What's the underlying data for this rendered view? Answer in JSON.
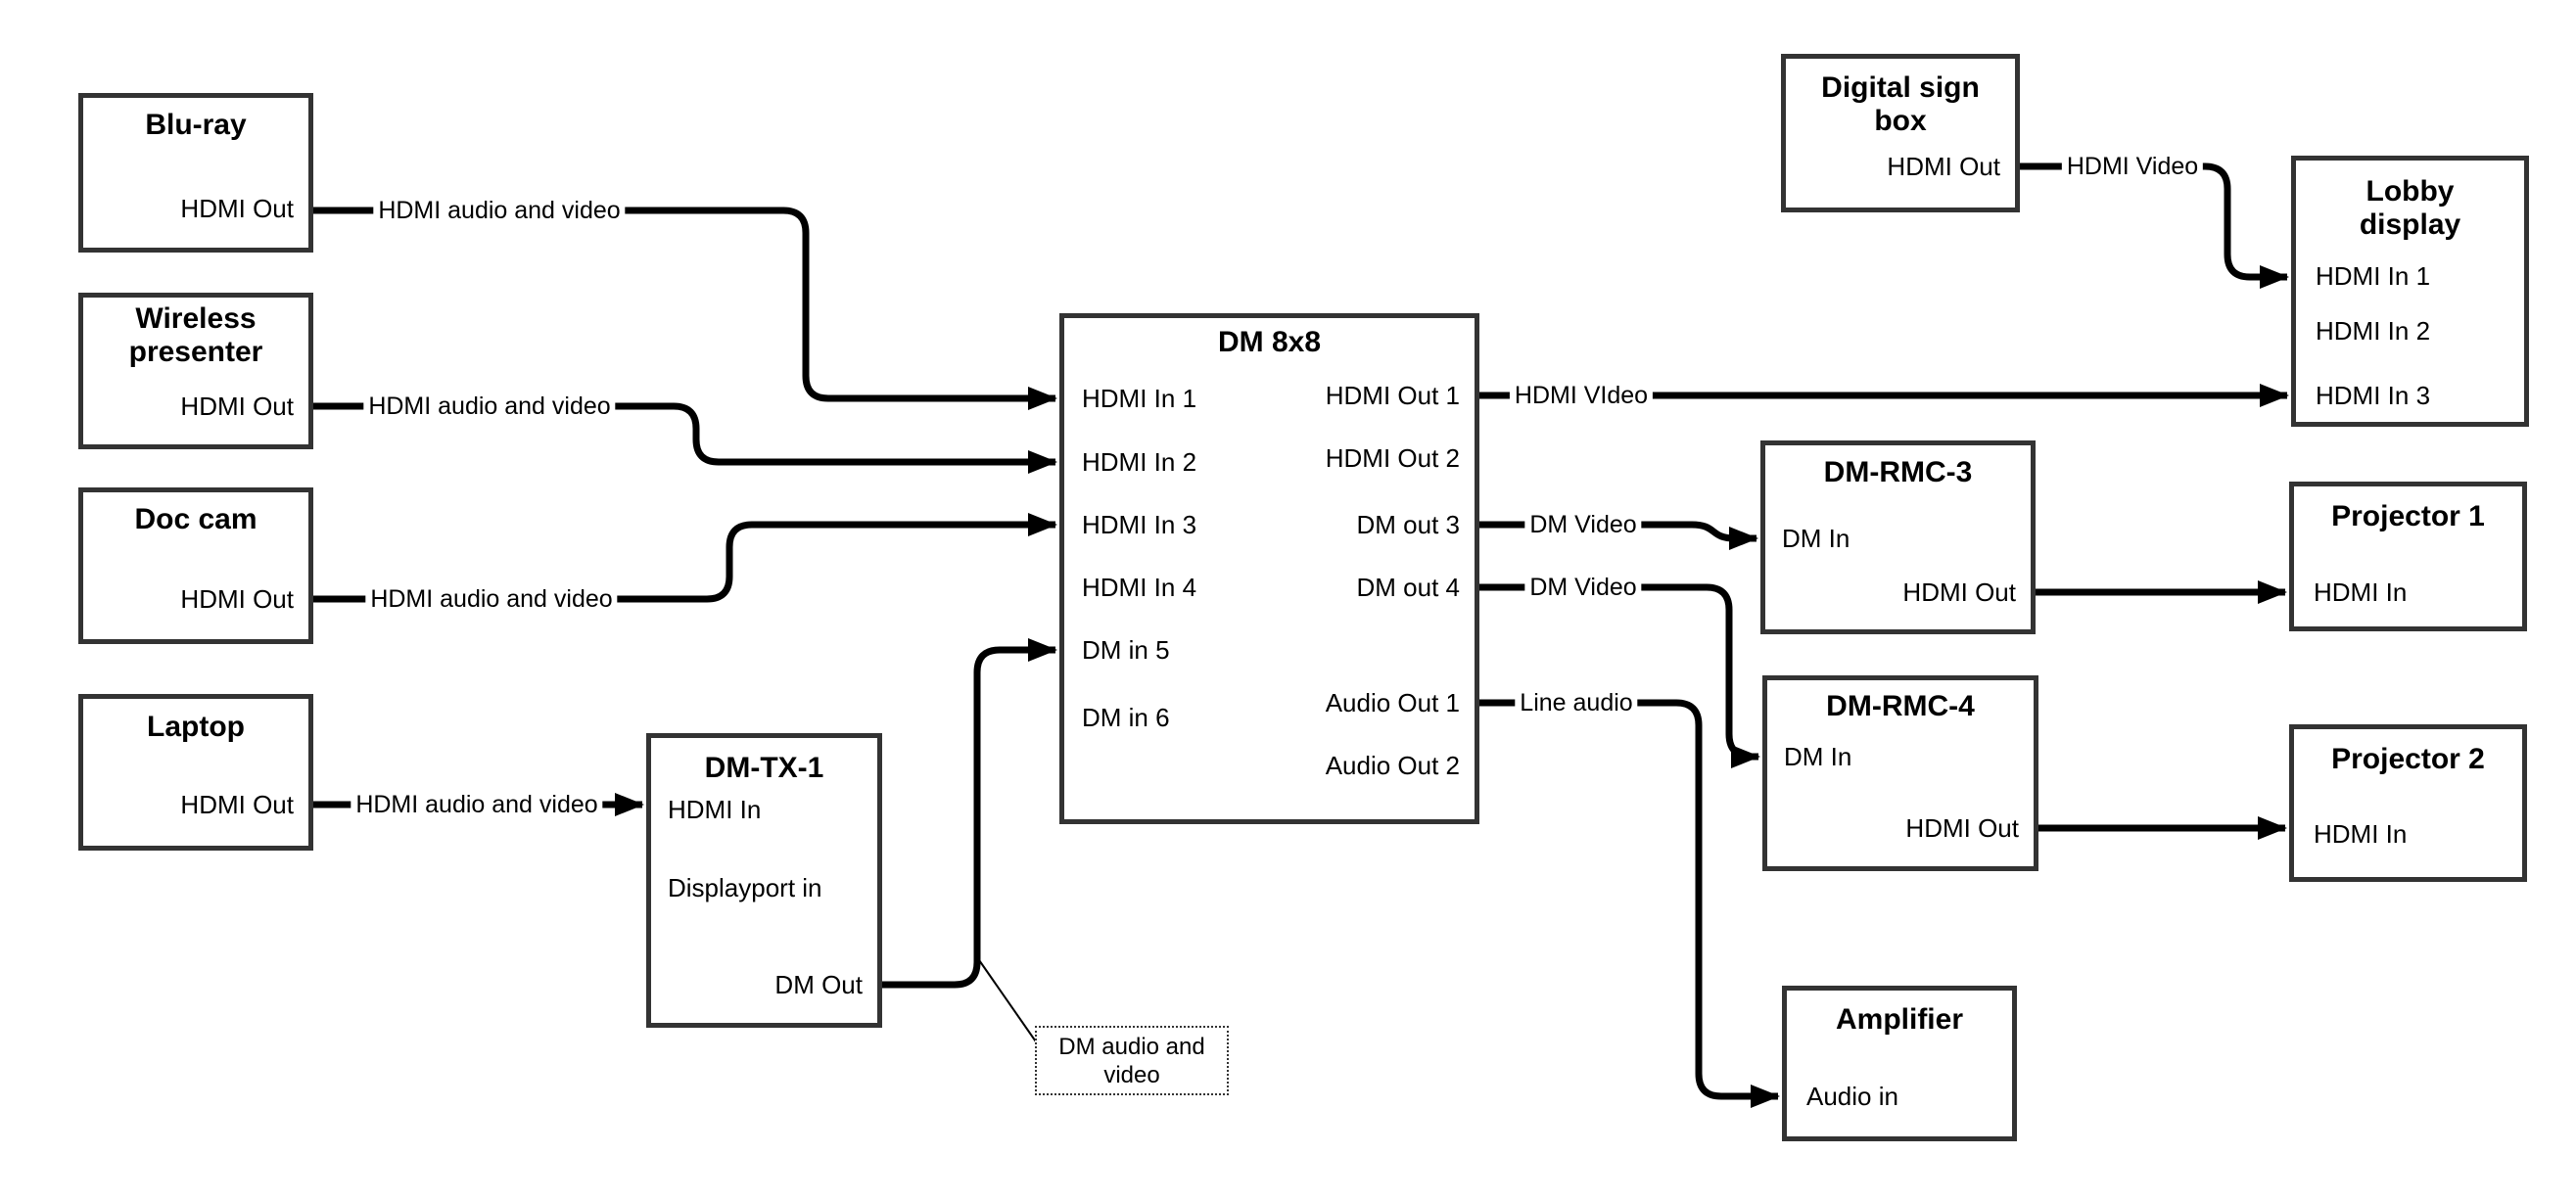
{
  "nodes": {
    "blu_ray": {
      "title": "Blu-ray",
      "port_hdmi_out": "HDMI Out"
    },
    "wireless": {
      "title": "Wireless\npresenter",
      "port_hdmi_out": "HDMI Out"
    },
    "doc_cam": {
      "title": "Doc cam",
      "port_hdmi_out": "HDMI Out"
    },
    "laptop": {
      "title": "Laptop",
      "port_hdmi_out": "HDMI Out"
    },
    "dm_tx_1": {
      "title": "DM-TX-1",
      "port_hdmi_in": "HDMI In",
      "port_displayport_in": "Displayport in",
      "port_dm_out": "DM Out"
    },
    "dm_8x8": {
      "title": "DM 8x8",
      "port_hdmi_in_1": "HDMI In 1",
      "port_hdmi_in_2": "HDMI In 2",
      "port_hdmi_in_3": "HDMI In 3",
      "port_hdmi_in_4": "HDMI In 4",
      "port_dm_in_5": "DM in 5",
      "port_dm_in_6": "DM in 6",
      "port_hdmi_out_1": "HDMI Out 1",
      "port_hdmi_out_2": "HDMI Out 2",
      "port_dm_out_3": "DM out 3",
      "port_dm_out_4": "DM out 4",
      "port_audio_out_1": "Audio Out 1",
      "port_audio_out_2": "Audio Out 2"
    },
    "digital_sign": {
      "title": "Digital sign\nbox",
      "port_hdmi_out": "HDMI Out"
    },
    "lobby_display": {
      "title": "Lobby\ndisplay",
      "port_hdmi_in_1": "HDMI In 1",
      "port_hdmi_in_2": "HDMI In 2",
      "port_hdmi_in_3": "HDMI In 3"
    },
    "dm_rmc_3": {
      "title": "DM-RMC-3",
      "port_dm_in": "DM In",
      "port_hdmi_out": "HDMI Out"
    },
    "projector_1": {
      "title": "Projector 1",
      "port_hdmi_in": "HDMI In"
    },
    "dm_rmc_4": {
      "title": "DM-RMC-4",
      "port_dm_in": "DM In",
      "port_hdmi_out": "HDMI Out"
    },
    "projector_2": {
      "title": "Projector 2",
      "port_hdmi_in": "HDMI In"
    },
    "amplifier": {
      "title": "Amplifier",
      "port_audio_in": "Audio in"
    }
  },
  "wire_labels": {
    "bluray_to_dm": "HDMI audio and video",
    "wireless_to_dm": "HDMI audio and video",
    "doccam_to_dm": "HDMI audio and video",
    "laptop_to_tx": "HDMI audio and video",
    "sign_to_lobby": "HDMI Video",
    "out1_to_lobby": "HDMI VIdeo",
    "out3_to_rmc3": "DM Video",
    "out4_to_rmc4": "DM Video",
    "audio1_to_amp": "Line audio"
  },
  "note": {
    "text": "DM audio and\nvideo"
  },
  "colors": {
    "line": "#000000",
    "box_border": "#333333",
    "background": "#ffffff"
  }
}
